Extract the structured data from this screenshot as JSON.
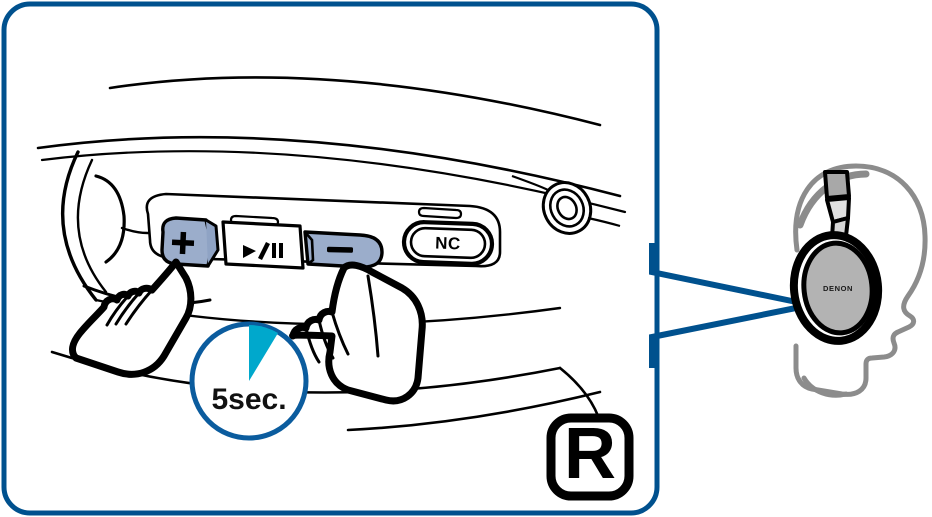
{
  "figure": {
    "title": "Headphone right earcup button operation diagram",
    "type": "instructional-illustration",
    "panel": {
      "border_color": "#00518e",
      "border_width": 5,
      "corner_radius": 26,
      "background": "#ffffff"
    }
  },
  "controls": {
    "volume_up": {
      "label": "+",
      "state": "pressed",
      "fill_color": "#9badcb",
      "outline_color": "#000000"
    },
    "play_pause": {
      "label": "▶/II",
      "state": "normal",
      "fill_color": "#ffffff",
      "outline_color": "#000000"
    },
    "volume_down": {
      "label": "—",
      "state": "pressed",
      "fill_color": "#9badcb",
      "outline_color": "#000000"
    },
    "noise_cancelling": {
      "label": "NC",
      "state": "normal",
      "fill_color": "#ffffff",
      "outline_color": "#000000"
    }
  },
  "timer": {
    "label": "5sec.",
    "seconds": 5,
    "ring_color": "#0b5c9e",
    "wedge_color": "#00a8cc",
    "wedge_start_deg": 0,
    "wedge_sweep_deg": 32
  },
  "side_marker": {
    "label": "R",
    "meaning": "right earcup",
    "outline_color": "#000000"
  },
  "callout": {
    "line_color": "#00518e",
    "dot_color": "#1b5e9e",
    "dot_label": "control-location"
  },
  "head_diagram": {
    "brand_label": "DENON",
    "head_outline_color": "#8c8c8c",
    "earcup_fill": "#b3b3b3",
    "earcup_outline": "#000000",
    "headband_fill": "#a8a8a8"
  },
  "hands": {
    "left": {
      "name": "pointing-hand-plus",
      "target": "+"
    },
    "right": {
      "name": "pointing-hand-minus",
      "target": "—"
    }
  }
}
